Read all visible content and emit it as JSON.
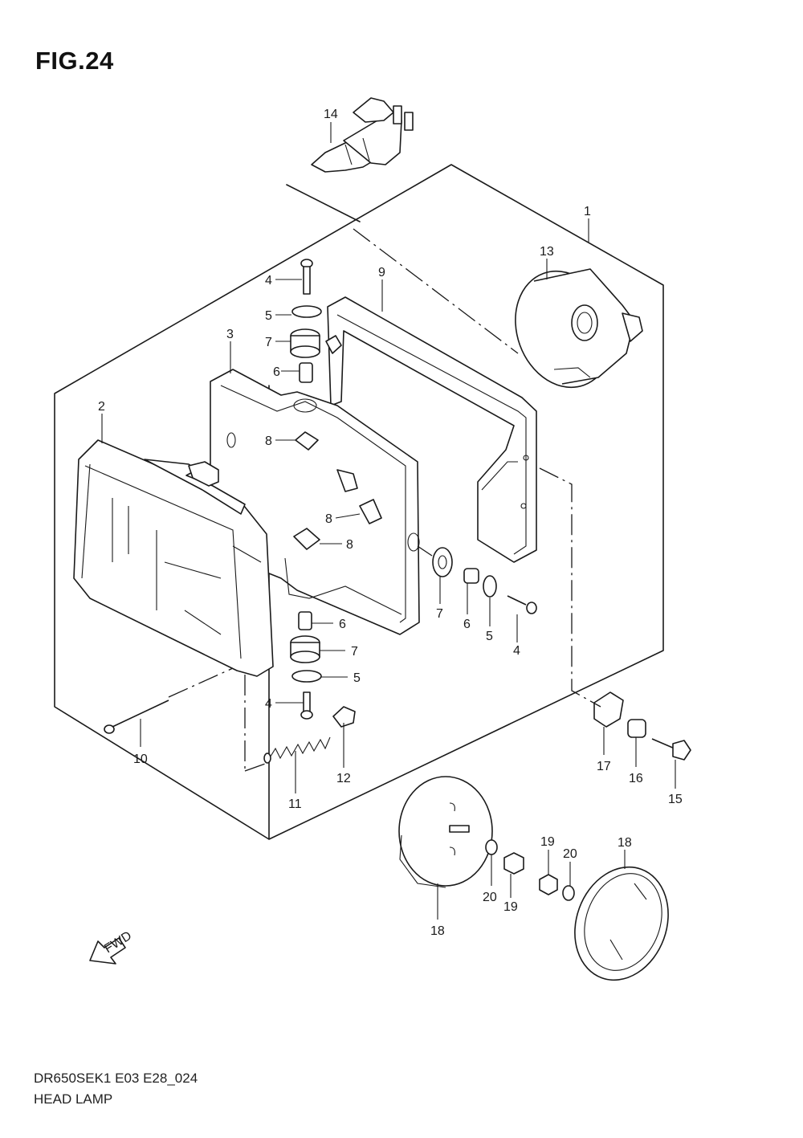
{
  "figure": {
    "title": "FIG.24"
  },
  "footer": {
    "model_code": "DR650SEK1 E03 E28_024",
    "part_name": "HEAD LAMP"
  },
  "fwd_arrow": {
    "label": "FWD"
  },
  "callouts": {
    "c1": "1",
    "c2": "2",
    "c3": "3",
    "c4a": "4",
    "c4b": "4",
    "c4c": "4",
    "c5a": "5",
    "c5b": "5",
    "c5c": "5",
    "c6a": "6",
    "c6b": "6",
    "c6c": "6",
    "c7a": "7",
    "c7b": "7",
    "c7c": "7",
    "c8a": "8",
    "c8b": "8",
    "c8c": "8",
    "c9": "9",
    "c10": "10",
    "c11": "11",
    "c12": "12",
    "c13": "13",
    "c14": "14",
    "c15": "15",
    "c16": "16",
    "c17": "17",
    "c18a": "18",
    "c18b": "18",
    "c19a": "19",
    "c19b": "19",
    "c20a": "20",
    "c20b": "20"
  }
}
